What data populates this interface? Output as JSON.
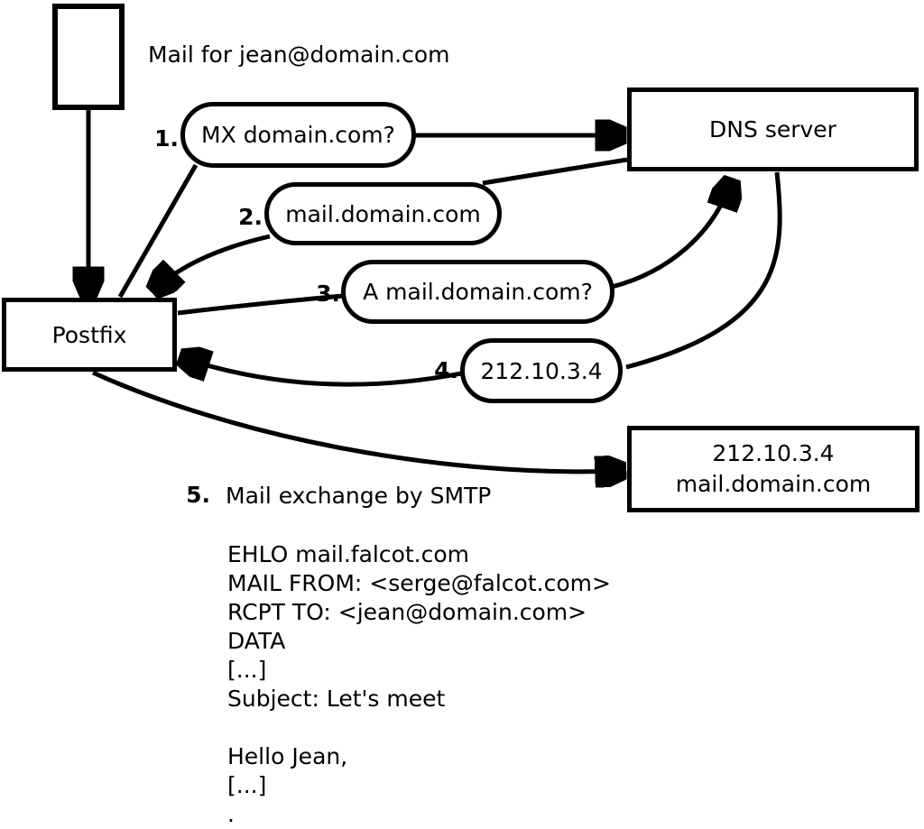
{
  "title": "Mail for jean@domain.com",
  "colors": {
    "stroke": "#000000",
    "background": "#ffffff"
  },
  "nodes": {
    "postfix": "Postfix",
    "dns": "DNS server",
    "mail_server": {
      "ip": "212.10.3.4",
      "hostname": "mail.domain.com"
    }
  },
  "exchanges": [
    {
      "num": "1.",
      "label": "MX domain.com?"
    },
    {
      "num": "2.",
      "label": "mail.domain.com"
    },
    {
      "num": "3.",
      "label": "A mail.domain.com?"
    },
    {
      "num": "4.",
      "label": "212.10.3.4"
    },
    {
      "num": "5.",
      "label": "Mail exchange by SMTP"
    }
  ],
  "smtp_session": "EHLO mail.falcot.com\nMAIL FROM: <serge@falcot.com>\nRCPT TO: <jean@domain.com>\nDATA\n[...]\nSubject: Let's meet\n\nHello Jean,\n[...]\n."
}
